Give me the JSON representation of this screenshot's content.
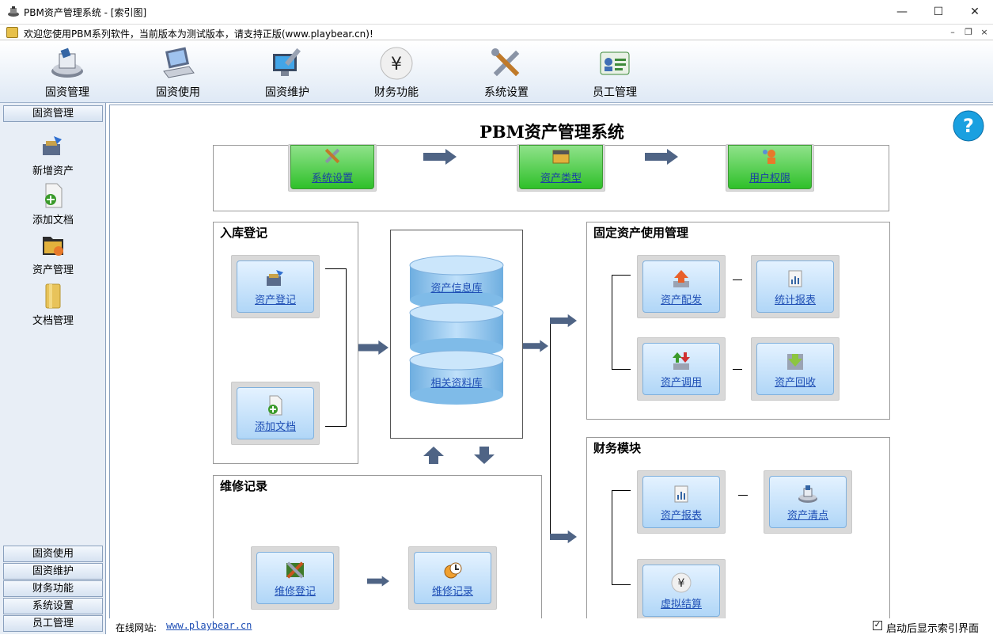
{
  "window": {
    "title": "PBM资产管理系统 - [索引图]",
    "minimize_glyph": "—",
    "maximize_glyph": "☐",
    "close_glyph": "✕"
  },
  "message_bar": {
    "text": "欢迎您使用PBM系列软件，当前版本为测试版本，请支持正版(www.playbear.cn)!",
    "mdi_min": "–",
    "mdi_restore": "❐",
    "mdi_close": "×"
  },
  "toolbar": {
    "items": [
      {
        "label": "固资管理",
        "icon": "scanner-icon"
      },
      {
        "label": "固资使用",
        "icon": "laptop-icon"
      },
      {
        "label": "固资维护",
        "icon": "monitor-wrench-icon"
      },
      {
        "label": "财务功能",
        "icon": "yen-icon"
      },
      {
        "label": "系统设置",
        "icon": "tools-icon"
      },
      {
        "label": "员工管理",
        "icon": "id-card-icon"
      }
    ]
  },
  "sidebar": {
    "header": "固资管理",
    "items": [
      {
        "label": "新增资产",
        "icon": "add-asset-icon"
      },
      {
        "label": "添加文档",
        "icon": "add-document-icon"
      },
      {
        "label": "资产管理",
        "icon": "asset-folder-icon"
      },
      {
        "label": "文档管理",
        "icon": "document-folder-icon"
      }
    ],
    "groups": [
      "固资使用",
      "固资维护",
      "财务功能",
      "系统设置",
      "员工管理"
    ]
  },
  "main": {
    "title": "PBM资产管理系统",
    "top_buttons": [
      "系统设置",
      "资产类型",
      "用户权限"
    ],
    "inbound": {
      "title": "入库登记",
      "buttons": [
        "资产登记",
        "添加文档"
      ]
    },
    "database": {
      "labels": [
        "资产信息库",
        "相关资料库"
      ]
    },
    "usage": {
      "title": "固定资产使用管理",
      "buttons": [
        "资产配发",
        "统计报表",
        "资产调用",
        "资产回收"
      ]
    },
    "repair": {
      "title": "维修记录",
      "buttons": [
        "维修登记",
        "维修记录"
      ]
    },
    "finance": {
      "title": "财务模块",
      "buttons": [
        "资产报表",
        "资产清点",
        "虚拟结算"
      ]
    }
  },
  "status": {
    "site_label": "在线网站:",
    "site_link": "www.playbear.cn",
    "checkbox_checked": "✓",
    "checkbox_label": "启动后显示索引界面"
  },
  "colors": {
    "accent_blue": "#1f4fb5",
    "green_button": "#2fc02a",
    "arrow": "#4f6485",
    "help_blue": "#1aa0e0"
  }
}
